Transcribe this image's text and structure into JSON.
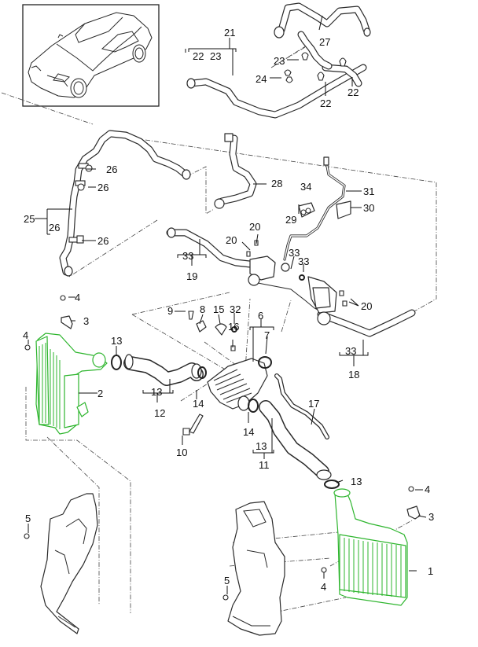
{
  "diagram": {
    "title": "Intercooler / charge air hoses exploded parts view",
    "highlight_color": "#2db52d",
    "line_color": "#2a2a2a",
    "background": "#ffffff",
    "thumbnail": {
      "subject": "vehicle overview (sedan, 4-door)"
    },
    "callouts": {
      "c1": "1",
      "c2": "2",
      "c3a": "3",
      "c3b": "3",
      "c4a": "4",
      "c4b": "4",
      "c4c": "4",
      "c4d": "4",
      "c5a": "5",
      "c5b": "5",
      "c6": "6",
      "c7": "7",
      "c8": "8",
      "c9": "9",
      "c10": "10",
      "c11": "11",
      "c12": "12",
      "c13a": "13",
      "c13b": "13",
      "c13c": "13",
      "c13d": "13",
      "c14a": "14",
      "c14b": "14",
      "c15": "15",
      "c16": "16",
      "c17": "17",
      "c18": "18",
      "c19": "19",
      "c20a": "20",
      "c20b": "20",
      "c20c": "20",
      "c21": "21",
      "c22a": "22",
      "c22b": "22",
      "c22c": "22",
      "c23a": "23",
      "c23b": "23",
      "c24": "24",
      "c25": "25",
      "c26a": "26",
      "c26b": "26",
      "c26c": "26",
      "c26d": "26",
      "c27": "27",
      "c28": "28",
      "c29": "29",
      "c30": "30",
      "c31": "31",
      "c32": "32",
      "c33a": "33",
      "c33b": "33",
      "c33c": "33",
      "c33d": "33",
      "c34": "34"
    },
    "assemblies": [
      {
        "id": "21",
        "includes": [
          "22",
          "23"
        ]
      },
      {
        "id": "25",
        "includes": [
          "26"
        ]
      },
      {
        "id": "19",
        "includes": [
          "33"
        ]
      },
      {
        "id": "18",
        "includes": [
          "33"
        ]
      },
      {
        "id": "12",
        "includes": [
          "13"
        ]
      },
      {
        "id": "11",
        "includes": [
          "13"
        ]
      },
      {
        "id": "6",
        "includes": [
          "7"
        ]
      }
    ],
    "highlighted_parts": [
      "1",
      "2"
    ]
  }
}
